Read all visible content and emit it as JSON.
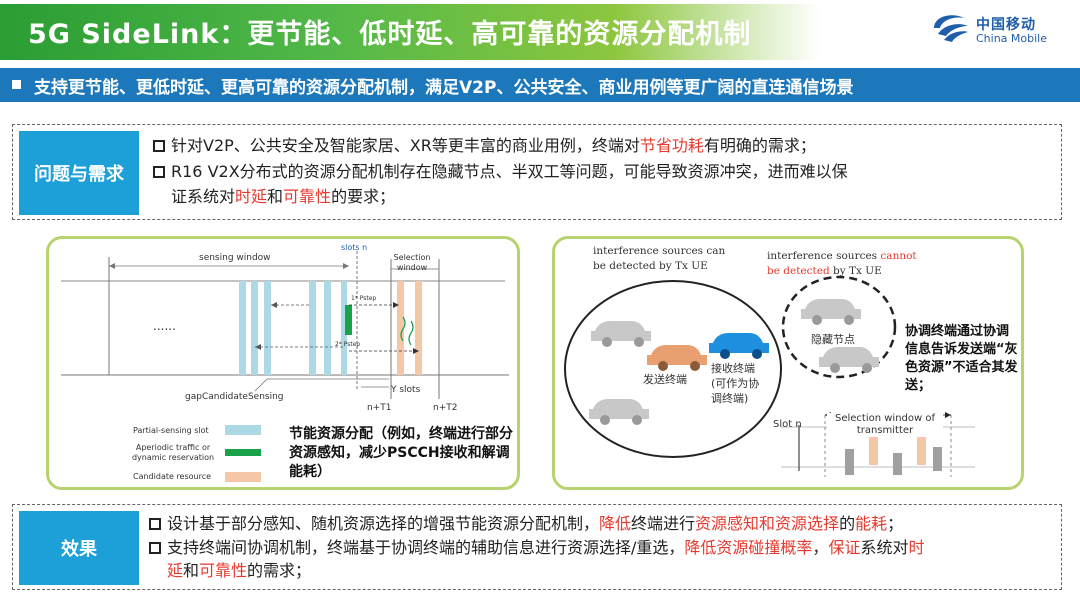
{
  "title": "5G SideLink：更节能、低时延、高可靠的资源分配机制",
  "logo": {
    "cn": "中国移动",
    "en": "China Mobile"
  },
  "subtitle": "支持更节能、更低时延、更高可靠的资源分配机制，满足V2P、公共安全、商业用例等更广阔的直连通信场景",
  "problem": {
    "label": "问题与需求",
    "b1_a": "针对V2P、公共安全及智能家居、XR等更丰富的商业用例，终端对",
    "b1_red": "节省功耗",
    "b1_b": "有明确的需求；",
    "b2_a": "R16 V2X分布式的资源分配机制存在隐藏节点、半双工等问题，可能导致资源冲突，进而难以保",
    "b2_b": "证系统对",
    "b2_red1": "时延",
    "b2_c": "和",
    "b2_red2": "可靠性",
    "b2_d": "的要求；"
  },
  "left_diagram": {
    "sensing_window": "sensing window",
    "slots_n": "slots n",
    "selection_window": "Selection window",
    "dots": "......",
    "p1": "1* Pstep",
    "p2": "2* Pstep",
    "gap": "gapCandidateSensing",
    "y_slots": "Y slots",
    "n_t1": "n+T1",
    "n_t2": "n+T2",
    "legend": [
      {
        "label": "Partial-sensing slot",
        "color": "#add8e6"
      },
      {
        "label": "Aperiodic traffic or dynamic reservation",
        "color": "#1aa24a"
      },
      {
        "label": "Candidate resource",
        "color": "#f5c7a6"
      }
    ],
    "desc": "节能资源分配（例如，终端进行部分资源感知，减少PSCCH接收和解调能耗）"
  },
  "right_diagram": {
    "t1_a": "interference sources can",
    "t1_b": "be detected by Tx UE",
    "t2_a": "interference sources ",
    "t2_red": "cannot",
    "t2_b": "be detected",
    "t2_c": " by Tx UE",
    "hidden": "隐藏节点",
    "sender": "发送终端",
    "receiver": "接收终端(可作为协调终端)",
    "desc": "协调终端通过协调信息告诉发送端“灰色资源”不适合其发送；",
    "slot_n": "Slot n",
    "sel_win": "Selection window of transmitter",
    "colors": {
      "car_gray": "#c8c8c8",
      "car_orange": "#e8a070",
      "car_blue": "#1f8fe0"
    }
  },
  "effect": {
    "label": "效果",
    "b1_a": "设计基于部分感知、随机资源选择的增强节能资源分配机制，",
    "b1_red1": "降低",
    "b1_b": "终端进行",
    "b1_red2": "资源感知和资源选择",
    "b1_c": "的",
    "b1_red3": "能耗",
    "b1_d": "；",
    "b2_a": "支持终端间协调机制，终端基于协调终端的辅助信息进行资源选择/重选，",
    "b2_red1": "降低资源碰撞概率",
    "b2_b": "，",
    "b2_red2": "保证",
    "b2_c": "系统对",
    "b2_red3": "时",
    "b2_red4": "延",
    "b2_d": "和",
    "b2_red5": "可靠性",
    "b2_e": "的需求；"
  }
}
